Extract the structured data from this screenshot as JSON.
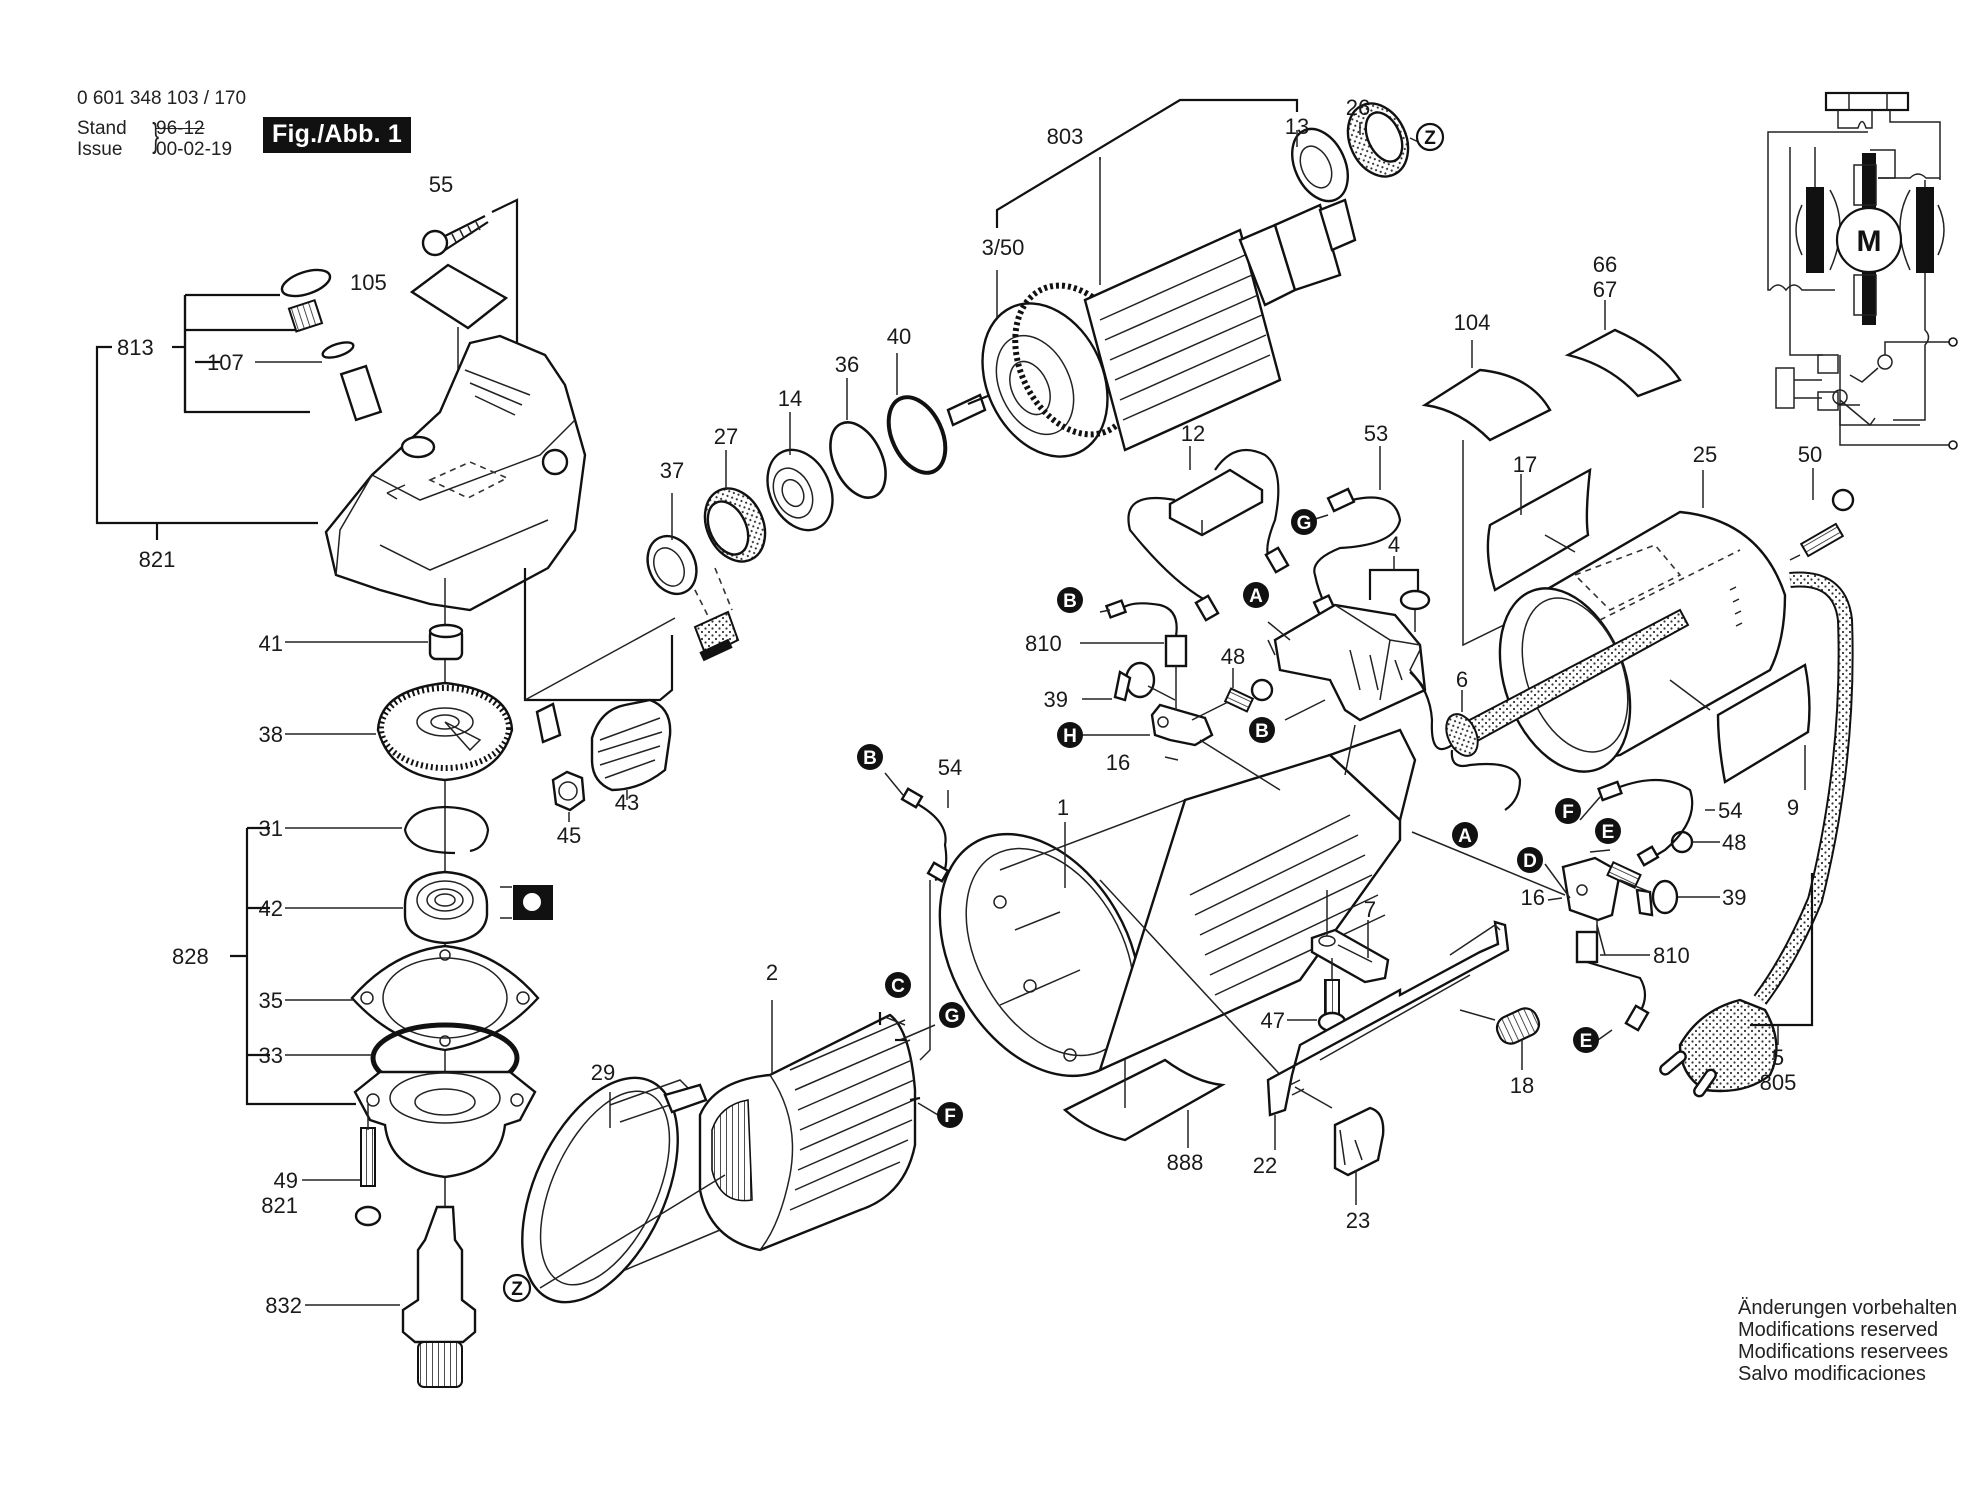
{
  "header": {
    "part_number": "0 601 348 103 / 170",
    "stand_label": "Stand",
    "issue_label": "Issue",
    "stand_old_date": "96-12",
    "issue_date": "00-02-19",
    "figure_label": "Fig./Abb. 1"
  },
  "notes": [
    "Änderungen vorbehalten",
    "Modifications reserved",
    "Modifications reservees",
    "Salvo modificaciones"
  ],
  "schematic": {
    "motor_label": "M"
  },
  "part_labels": {
    "p55": "55",
    "p105": "105",
    "p813": "813",
    "p107": "107",
    "p821a": "821",
    "p41": "41",
    "p38": "38",
    "p31": "31",
    "p42": "42",
    "p828": "828",
    "p35": "35",
    "p33": "33",
    "p49": "49",
    "p821b": "821",
    "p832": "832",
    "p45": "45",
    "p43": "43",
    "p37": "37",
    "p27": "27",
    "p14": "14",
    "p36": "36",
    "p40": "40",
    "p803": "803",
    "p3_50": "3/50",
    "p13": "13",
    "p26": "26",
    "p104": "104",
    "p66": "66",
    "p67": "67",
    "p12": "12",
    "p53": "53",
    "p4": "4",
    "p810a": "810",
    "p48a": "48",
    "p39a": "39",
    "p16a": "16",
    "p17": "17",
    "p25": "25",
    "p50": "50",
    "p6": "6",
    "p54a": "54",
    "p1": "1",
    "p2": "2",
    "p29": "29",
    "p7": "7",
    "p47": "47",
    "p888": "888",
    "p22": "22",
    "p23": "23",
    "p18": "18",
    "p54b": "54",
    "p48b": "48",
    "p16b": "16",
    "p39b": "39",
    "p810b": "810",
    "p9": "9",
    "p5": "5",
    "p805": "805"
  },
  "connector_markers": {
    "A1": "A",
    "A2": "A",
    "B1": "B",
    "B2": "B",
    "B3": "B",
    "C": "C",
    "D": "D",
    "E1": "E",
    "E2": "E",
    "F1": "F",
    "F2": "F",
    "G1": "G",
    "G2": "G",
    "H": "H",
    "Z1": "Z",
    "Z2": "Z"
  }
}
